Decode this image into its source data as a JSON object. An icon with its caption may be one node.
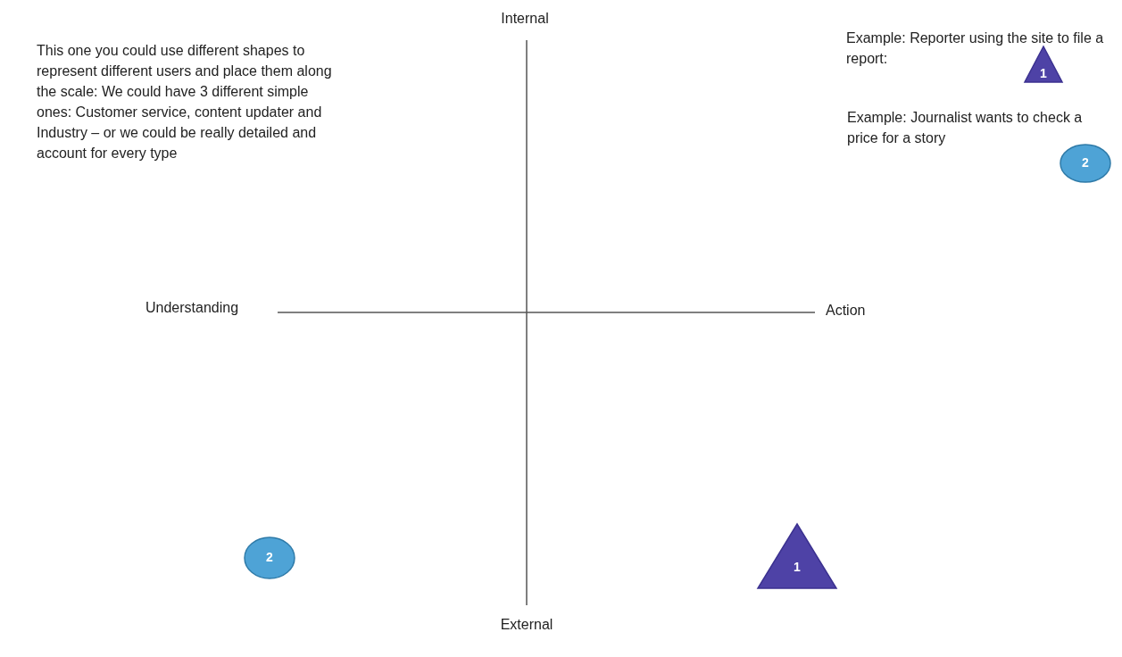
{
  "diagram": {
    "nodes": [
      {
        "text": [
          "1"
        ]
      },
      {
        "text": [
          "2"
        ]
      },
      {
        "text": [
          "2"
        ]
      },
      {
        "text": [
          "1"
        ]
      }
    ],
    "labels": [
      "Internal",
      "This one you could use different shapes to represent different users and place them along the scale: We could have 3 different simple ones: Customer service, content updater and Industry – or we could be really detailed and account for every type",
      "Example: Reporter using the site to file a report:",
      "Example: Journalist wants to check a price for a story",
      "Understanding",
      "Action",
      "External"
    ]
  }
}
